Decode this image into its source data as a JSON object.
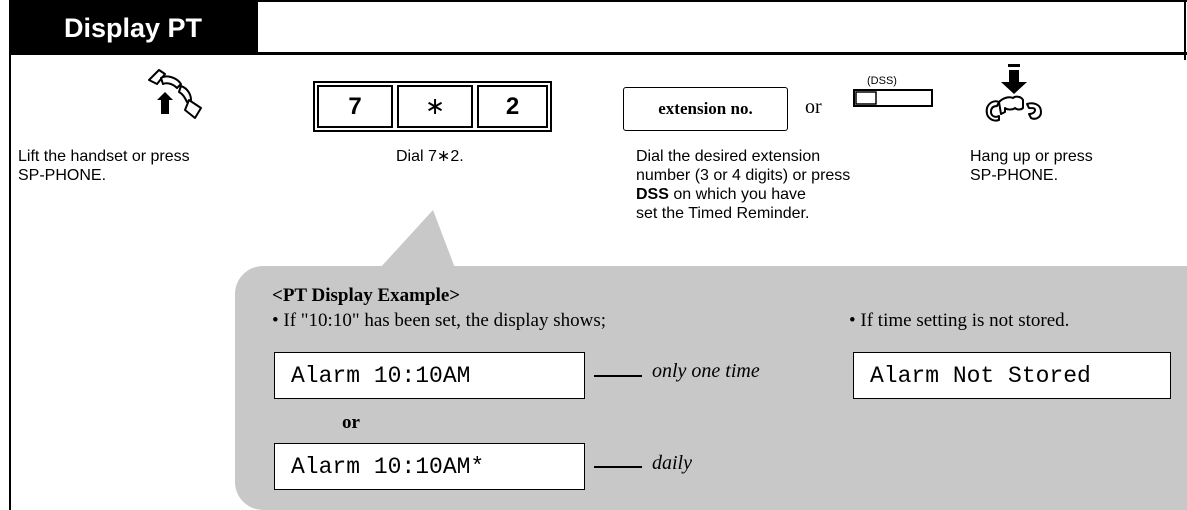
{
  "header": {
    "title": "Display PT"
  },
  "steps": {
    "lift": {
      "caption_line1": "Lift the handset or press",
      "caption_line2": "SP-PHONE."
    },
    "dial": {
      "keys": [
        "7",
        "∗",
        "2"
      ],
      "caption": "Dial 7∗2."
    },
    "extension": {
      "box_label": "extension no.",
      "or_label": "or",
      "dss_label": "(DSS)",
      "caption_line1": "Dial the desired extension",
      "caption_line2": "number (3 or 4 digits) or press",
      "caption_bold": "DSS",
      "caption_line3_rest": " on which you have",
      "caption_line4": "set the Timed Reminder."
    },
    "hangup": {
      "caption_line1": "Hang up or press",
      "caption_line2": "SP-PHONE."
    }
  },
  "display_example": {
    "title": "<PT Display Example>",
    "bullet_left": "• If \"10:10\" has been set, the display shows;",
    "bullet_right": "• If time setting is not stored.",
    "lcd_once": "Alarm 10:10AM",
    "note_once": "only one time",
    "or_label": "or",
    "lcd_daily": "Alarm 10:10AM*",
    "note_daily": "daily",
    "lcd_not_stored": "Alarm Not Stored"
  },
  "colors": {
    "panel": "#c8c8c8",
    "tab": "#000000"
  }
}
